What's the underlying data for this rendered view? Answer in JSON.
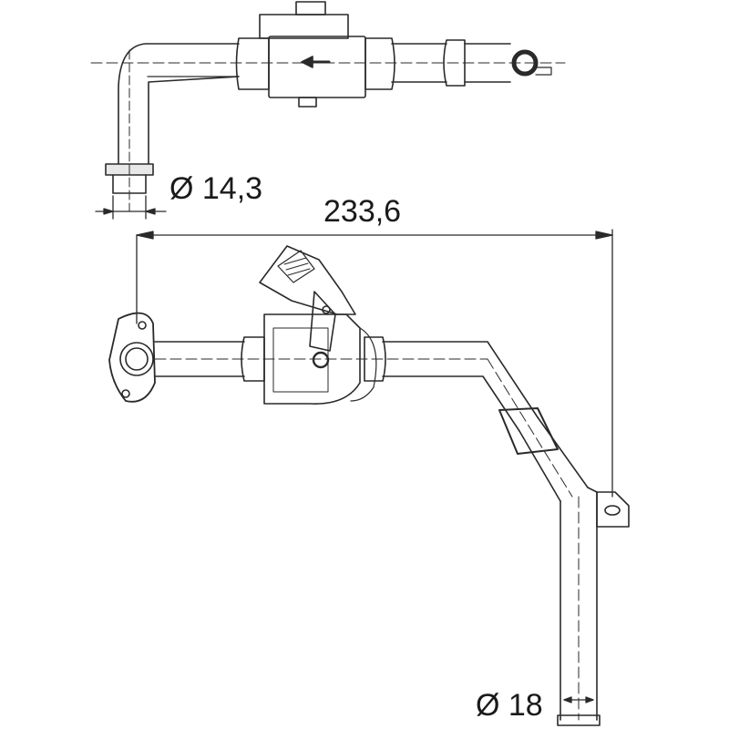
{
  "drawing": {
    "title": "Coolant pipe with thermostat housing — technical drawing",
    "views": [
      "top-view",
      "front-view"
    ],
    "line_color": "#2a2a2a",
    "background": "#ffffff"
  },
  "dimensions": {
    "top_diameter": "Ø 14,3",
    "overall_width": "233,6",
    "bottom_diameter": "Ø 18"
  },
  "annotations": {
    "flow_direction": "left-arrow"
  }
}
